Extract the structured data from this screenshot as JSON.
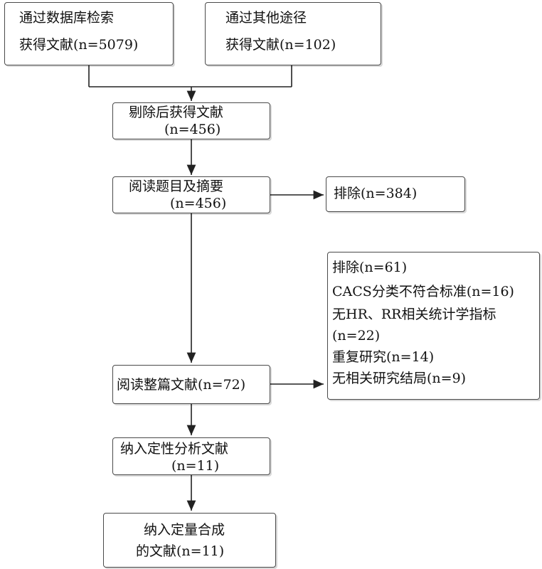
{
  "flowchart": {
    "db_search": {
      "line1": "通过数据库检索",
      "line2": "获得文献(n=5079)"
    },
    "other_search": {
      "line1": "通过其他途径",
      "line2": "获得文献(n=102)"
    },
    "after_dedup": {
      "line1": "剔除后获得文献",
      "line2": "(n=456)"
    },
    "title_abstract": {
      "line1": "阅读题目及摘要",
      "line2": "(n=456)"
    },
    "exclude_first": {
      "line1": "排除(n=384)"
    },
    "fulltext": {
      "line1": "阅读整篇文献(n=72)"
    },
    "exclude_second": {
      "line1": "排除(n=61)",
      "line2": "CACS分类不符合标准(n=16)",
      "line3": "无HR、RR相关统计学指标",
      "line4": "(n=22)",
      "line5": "重复研究(n=14)",
      "line6": "无相关研究结局(n=9)"
    },
    "qualitative": {
      "line1": "纳入定性分析文献",
      "line2": "(n=11)"
    },
    "quantitative": {
      "line1": "纳入定量合成",
      "line2": "的文献(n=11)"
    }
  }
}
